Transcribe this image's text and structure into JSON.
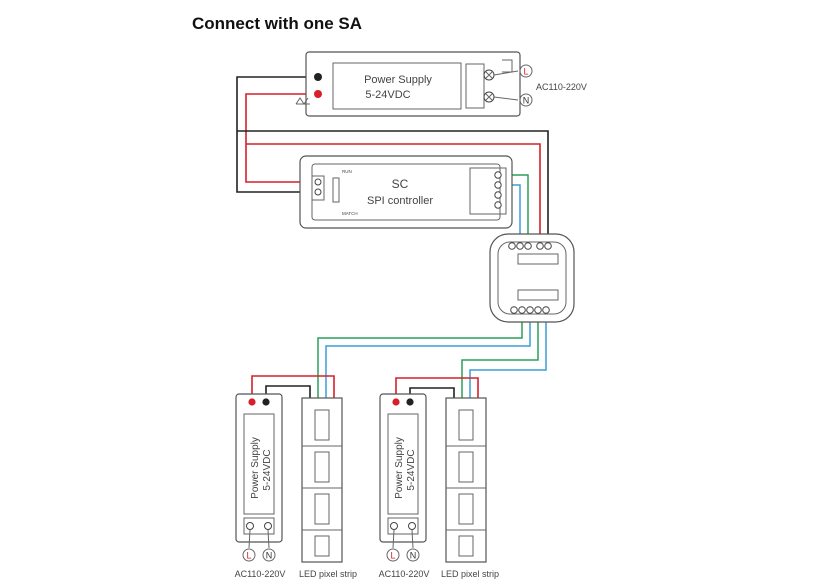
{
  "title": "Connect with one SA",
  "colors": {
    "wire_black": "#222222",
    "wire_red": "#d6202a",
    "wire_green": "#2aa05a",
    "wire_blue": "#3a9ed8",
    "outline": "#555555"
  },
  "icons": [
    "live-terminal-icon",
    "neutral-terminal-icon",
    "screw-terminal-icon",
    "pcb-led-segment-icon"
  ],
  "power_supply_top": {
    "line1": "Power Supply",
    "line2": "5-24VDC",
    "live_symbol": "L",
    "neutral_symbol": "N",
    "ac_label": "AC110-220V"
  },
  "controller": {
    "line1": "SC",
    "line2": "SPI controller",
    "run_label": "RUN",
    "match_label": "MATCH"
  },
  "amplifier": {},
  "power_supply_left": {
    "line1": "Power Supply",
    "line2": "5-24VDC",
    "live_symbol": "L",
    "neutral_symbol": "N",
    "ac_label": "AC110-220V"
  },
  "strip_left": {
    "label": "LED pixel strip"
  },
  "power_supply_right": {
    "line1": "Power Supply",
    "line2": "5-24VDC",
    "live_symbol": "L",
    "neutral_symbol": "N",
    "ac_label": "AC110-220V"
  },
  "strip_right": {
    "label": "LED pixel strip"
  }
}
